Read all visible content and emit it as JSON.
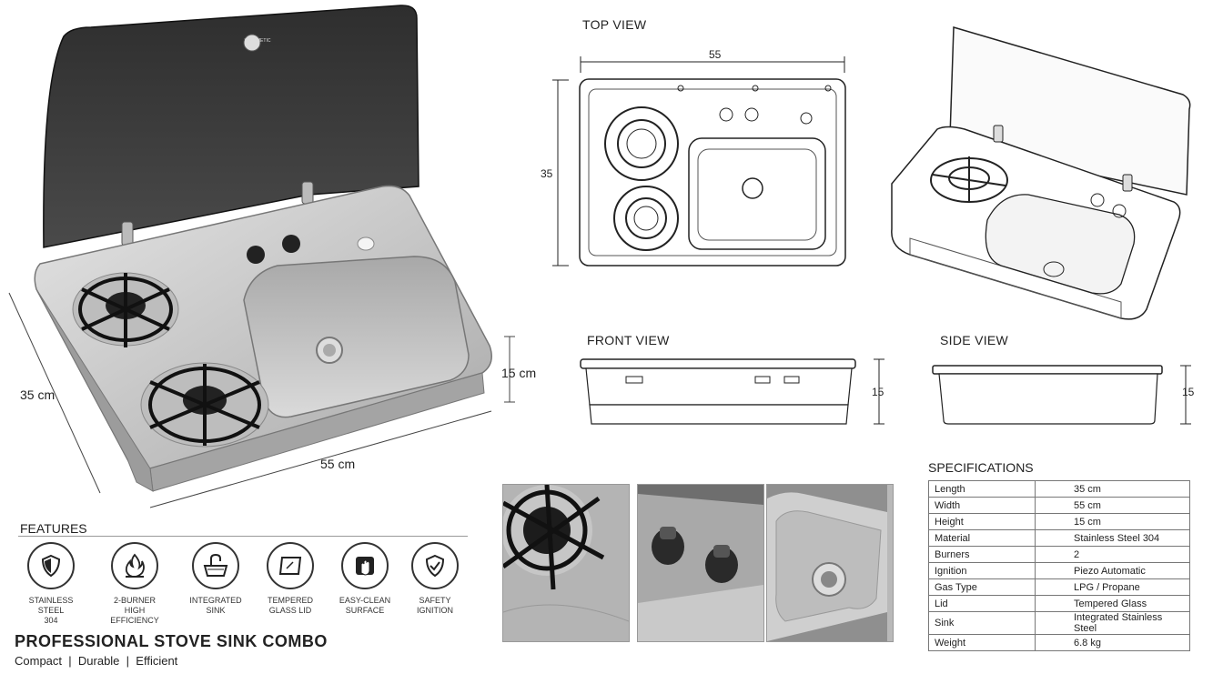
{
  "product": {
    "title": "PROFESSIONAL STOVE SINK COMBO",
    "tagline": [
      "Compact",
      "Durable",
      "Efficient"
    ],
    "lid_brand": "™ DOMETIC"
  },
  "hero_dims": {
    "length": "35 cm",
    "width": "55 cm",
    "height": "15 cm"
  },
  "views": {
    "top": {
      "title": "TOP VIEW",
      "width": "55",
      "depth": "35"
    },
    "front": {
      "title": "FRONT VIEW",
      "height": "15"
    },
    "side": {
      "title": "SIDE VIEW",
      "height": "15"
    }
  },
  "features": {
    "title": "FEATURES",
    "items": [
      {
        "icon": "shield-icon",
        "label1": "STAINLESS STEEL",
        "label2": "304"
      },
      {
        "icon": "flame-icon",
        "label1": "2-BURNER",
        "label2": "HIGH EFFICIENCY"
      },
      {
        "icon": "faucet-sink-icon",
        "label1": "INTEGRATED",
        "label2": "SINK"
      },
      {
        "icon": "glass-lid-icon",
        "label1": "TEMPERED",
        "label2": "GLASS LID"
      },
      {
        "icon": "hand-wipe-icon",
        "label1": "EASY-CLEAN",
        "label2": "SURFACE"
      },
      {
        "icon": "shield-check-icon",
        "label1": "SAFETY",
        "label2": "IGNITION"
      }
    ]
  },
  "specifications": {
    "title": "SPECIFICATIONS",
    "rows": [
      {
        "key": "Length",
        "value": "35 cm"
      },
      {
        "key": "Width",
        "value": "55 cm"
      },
      {
        "key": "Height",
        "value": "15 cm"
      },
      {
        "key": "Material",
        "value": "Stainless Steel 304"
      },
      {
        "key": "Burners",
        "value": "2"
      },
      {
        "key": "Ignition",
        "value": "Piezo Automatic"
      },
      {
        "key": "Gas Type",
        "value": "LPG / Propane"
      },
      {
        "key": "Lid",
        "value": "Tempered Glass"
      },
      {
        "key": "Sink",
        "value": "Integrated Stainless Steel"
      },
      {
        "key": "Weight",
        "value": "6.8 kg"
      }
    ]
  },
  "colors": {
    "steel": "#c9c9c9",
    "steel_dark": "#8e8e8e",
    "glass": "#3b3b3b",
    "line": "#222222"
  }
}
